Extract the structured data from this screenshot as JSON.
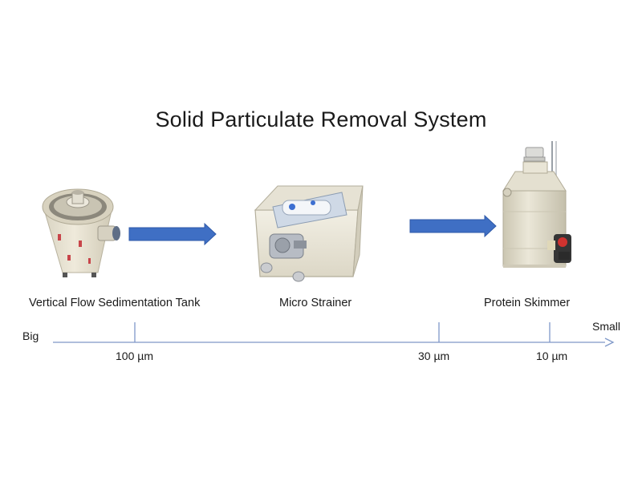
{
  "title": "Solid Particulate Removal System",
  "stages": [
    {
      "label": "Vertical Flow Sedimentation Tank",
      "icon": "sedimentation-tank-icon"
    },
    {
      "label": "Micro Strainer",
      "icon": "micro-strainer-icon"
    },
    {
      "label": "Protein Skimmer",
      "icon": "protein-skimmer-icon"
    }
  ],
  "scale": {
    "start_label": "Big",
    "end_label": "Small",
    "ticks": [
      {
        "label": "100 µm"
      },
      {
        "label": "30 µm"
      },
      {
        "label": "10 µm"
      }
    ]
  },
  "colors": {
    "arrow": "#3f6fc4",
    "axis": "#7f98c8",
    "equipment": "#e9e4d3"
  }
}
